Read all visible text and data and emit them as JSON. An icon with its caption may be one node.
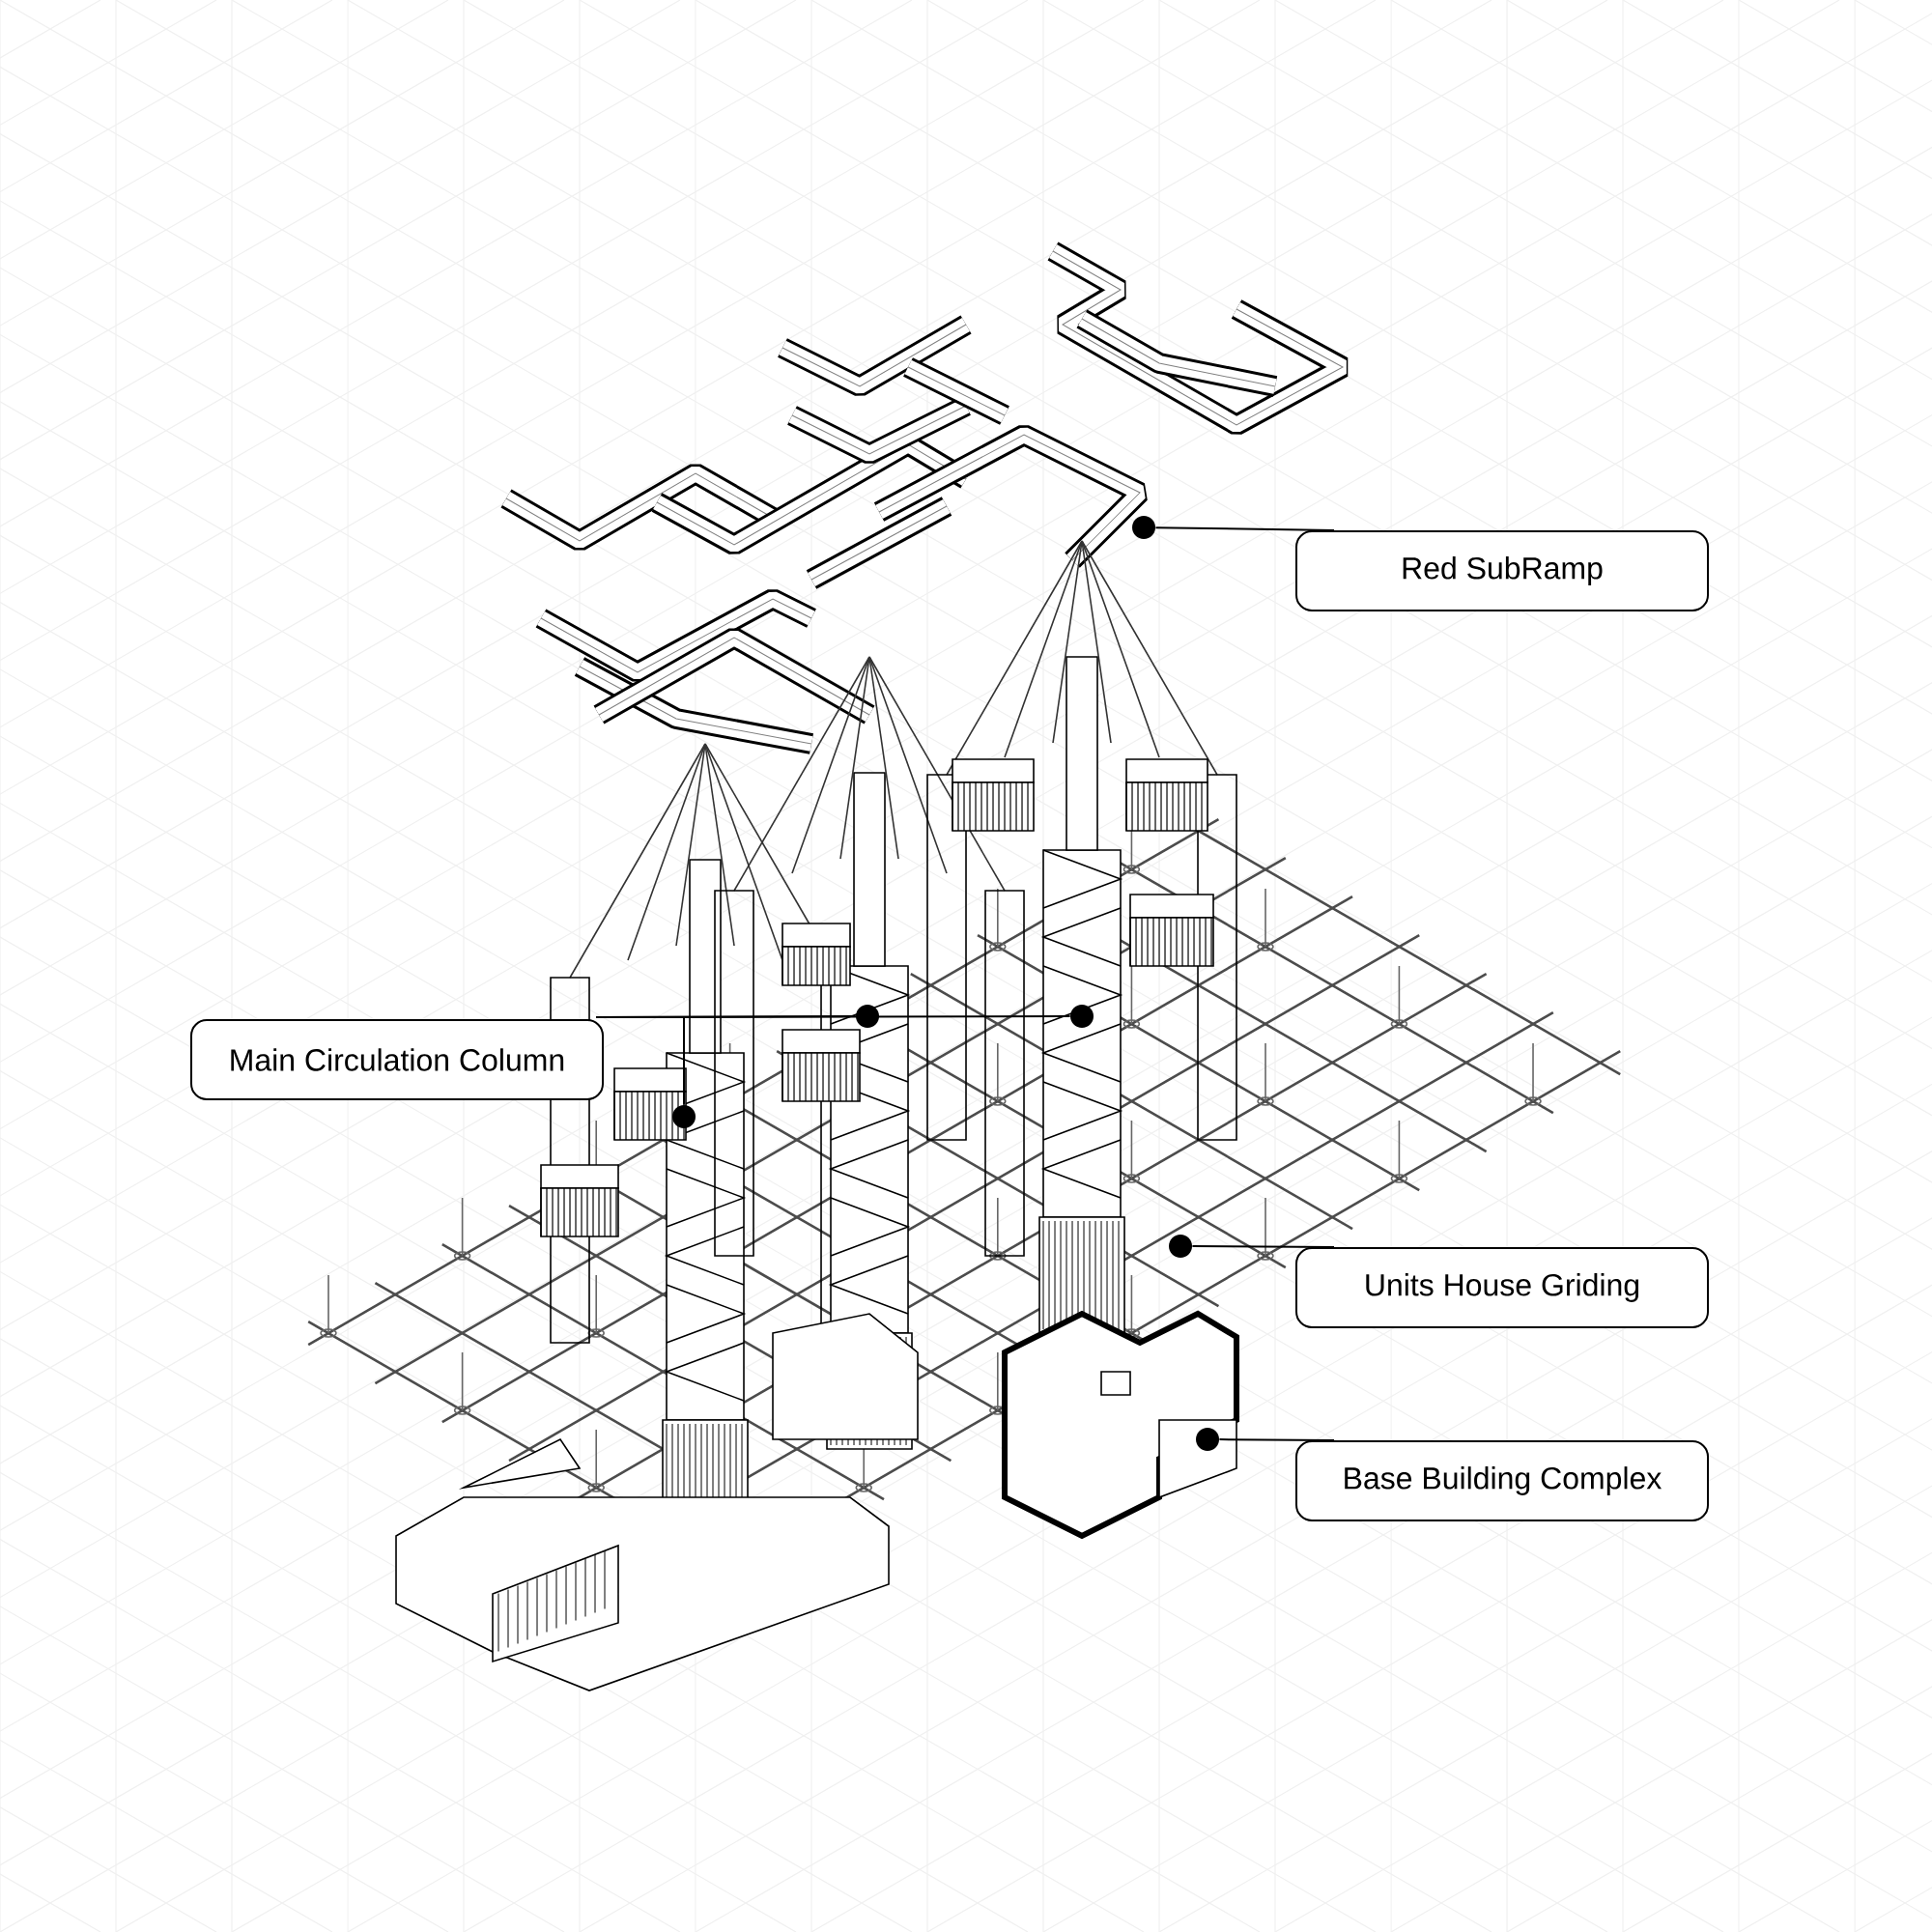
{
  "diagram": {
    "nodes": [
      {
        "text": [
          "Red SubRamp"
        ]
      },
      {
        "text": [],
        "shape": "circle"
      },
      {
        "text": [
          "Main Circulation Column"
        ]
      },
      {
        "text": [],
        "shape": "circle"
      },
      {
        "text": [],
        "shape": "circle"
      },
      {
        "text": [],
        "shape": "circle"
      },
      {
        "text": [
          "Units House Griding"
        ]
      },
      {
        "text": [],
        "shape": "circle"
      },
      {
        "text": [
          "Base Building Complex"
        ]
      },
      {
        "text": [],
        "shape": "circle"
      }
    ],
    "edges": [
      {
        "from": 0,
        "to": 1,
        "arrow": "none"
      },
      {
        "from": 2,
        "to": 3,
        "arrow": "none"
      },
      {
        "from": 2,
        "to": 4,
        "arrow": "none"
      },
      {
        "from": 2,
        "to": 5,
        "arrow": "none"
      },
      {
        "from": 6,
        "to": 7,
        "arrow": "none"
      },
      {
        "from": 8,
        "to": 9,
        "arrow": "none"
      }
    ]
  }
}
